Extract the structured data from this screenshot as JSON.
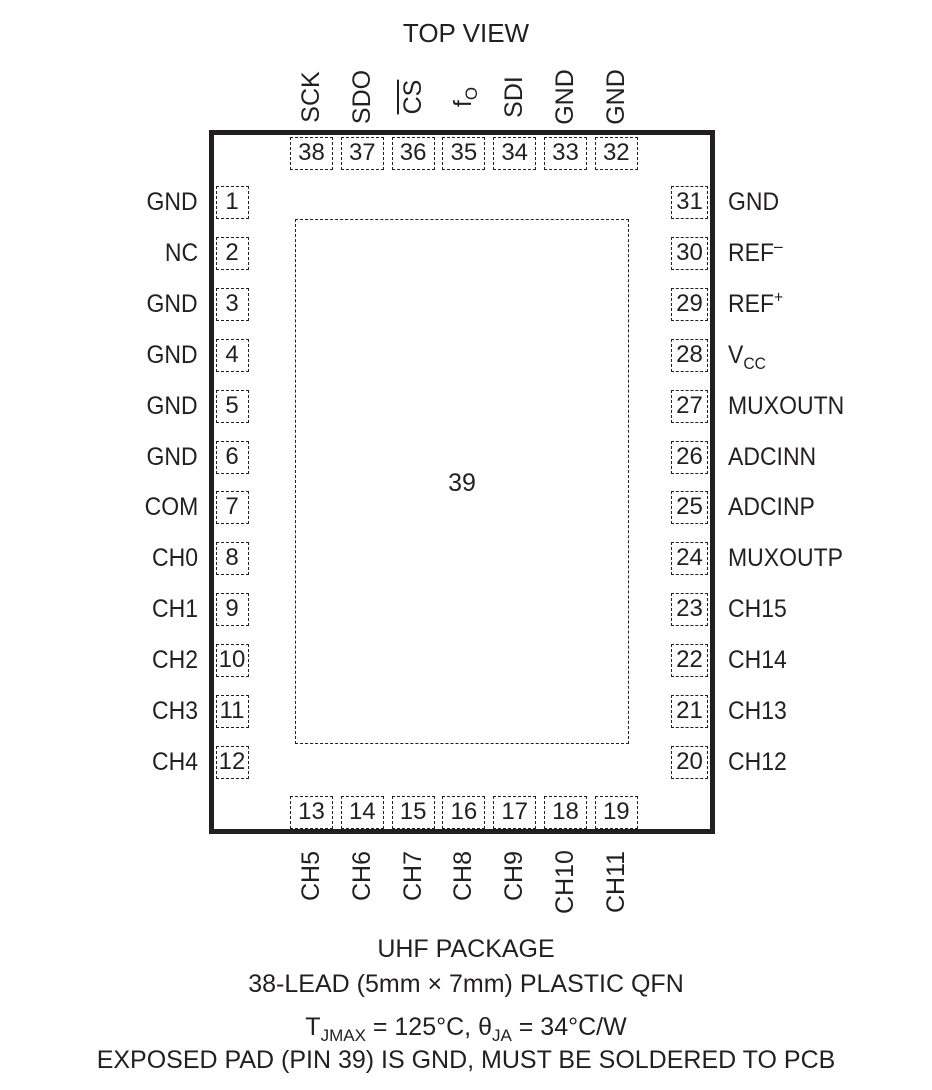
{
  "title": "TOP VIEW",
  "top_pins": [
    {
      "num": "38",
      "label": "SCK"
    },
    {
      "num": "37",
      "label": "SDO"
    },
    {
      "num": "36",
      "label": "CS"
    },
    {
      "num": "35",
      "label": "f",
      "sub": "O"
    },
    {
      "num": "34",
      "label": "SDI"
    },
    {
      "num": "33",
      "label": "GND"
    },
    {
      "num": "32",
      "label": "GND"
    }
  ],
  "left_pins": [
    {
      "num": "1",
      "label": "GND"
    },
    {
      "num": "2",
      "label": "NC"
    },
    {
      "num": "3",
      "label": "GND"
    },
    {
      "num": "4",
      "label": "GND"
    },
    {
      "num": "5",
      "label": "GND"
    },
    {
      "num": "6",
      "label": "GND"
    },
    {
      "num": "7",
      "label": "COM"
    },
    {
      "num": "8",
      "label": "CH0"
    },
    {
      "num": "9",
      "label": "CH1"
    },
    {
      "num": "10",
      "label": "CH2"
    },
    {
      "num": "11",
      "label": "CH3"
    },
    {
      "num": "12",
      "label": "CH4"
    }
  ],
  "right_pins": [
    {
      "num": "31",
      "label": "GND"
    },
    {
      "num": "30",
      "label": "REF",
      "sup": "–"
    },
    {
      "num": "29",
      "label": "REF",
      "sup": "+"
    },
    {
      "num": "28",
      "label": "V",
      "sub": "CC"
    },
    {
      "num": "27",
      "label": "MUXOUTN"
    },
    {
      "num": "26",
      "label": "ADCINN"
    },
    {
      "num": "25",
      "label": "ADCINP"
    },
    {
      "num": "24",
      "label": "MUXOUTP"
    },
    {
      "num": "23",
      "label": "CH15"
    },
    {
      "num": "22",
      "label": "CH14"
    },
    {
      "num": "21",
      "label": "CH13"
    },
    {
      "num": "20",
      "label": "CH12"
    }
  ],
  "bottom_pins": [
    {
      "num": "13",
      "label": "CH5"
    },
    {
      "num": "14",
      "label": "CH6"
    },
    {
      "num": "15",
      "label": "CH7"
    },
    {
      "num": "16",
      "label": "CH8"
    },
    {
      "num": "17",
      "label": "CH9"
    },
    {
      "num": "18",
      "label": "CH10"
    },
    {
      "num": "19",
      "label": "CH11"
    }
  ],
  "exposed_pad": {
    "num": "39"
  },
  "footer": {
    "package_name": "UHF PACKAGE",
    "package_desc": "38-LEAD (5mm × 7mm) PLASTIC QFN",
    "thermal": {
      "t": "T",
      "t_sub": "JMAX",
      "t_val": " = 125°C, ",
      "theta": "θ",
      "theta_sub": "JA",
      "theta_val": " = 34°C/W"
    },
    "note": "EXPOSED PAD (PIN 39) IS GND, MUST BE SOLDERED TO PCB"
  }
}
